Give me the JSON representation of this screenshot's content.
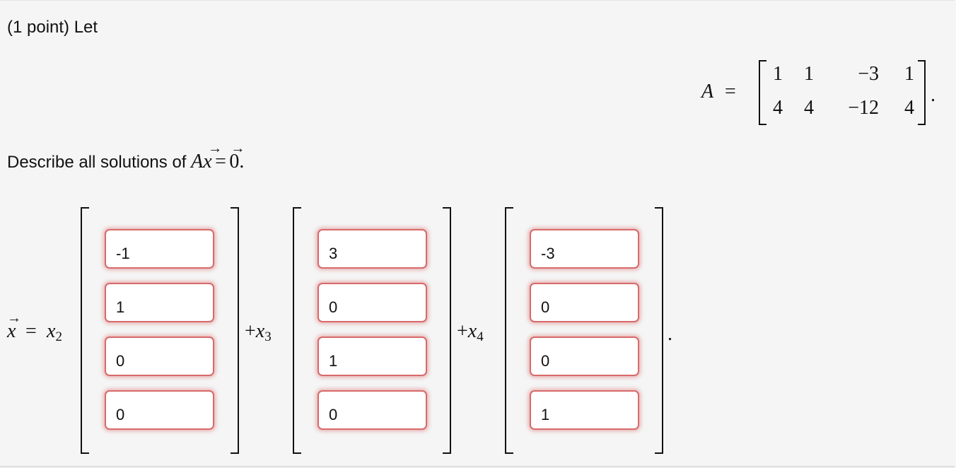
{
  "problem": {
    "intro": "(1 point) Let",
    "describe_text": "Describe all solutions of "
  },
  "matrix_A": {
    "label": "A",
    "equals": "=",
    "rows": [
      [
        "1",
        "1",
        "−3",
        "1"
      ],
      [
        "4",
        "4",
        "−12",
        "4"
      ]
    ],
    "trailing": "."
  },
  "equation": {
    "lhs": "Ax",
    "equals": "=",
    "rhs": "0",
    "end": "."
  },
  "solution": {
    "x_label": "x",
    "equals": "=",
    "terms": [
      {
        "coef": "x",
        "sub": "2",
        "prefix": "",
        "entries": [
          "-1",
          "1",
          "0",
          "0"
        ]
      },
      {
        "coef": "x",
        "sub": "3",
        "prefix": "+",
        "entries": [
          "3",
          "0",
          "1",
          "0"
        ]
      },
      {
        "coef": "x",
        "sub": "4",
        "prefix": "+",
        "entries": [
          "-3",
          "0",
          "0",
          "1"
        ]
      }
    ],
    "trailing": "."
  }
}
